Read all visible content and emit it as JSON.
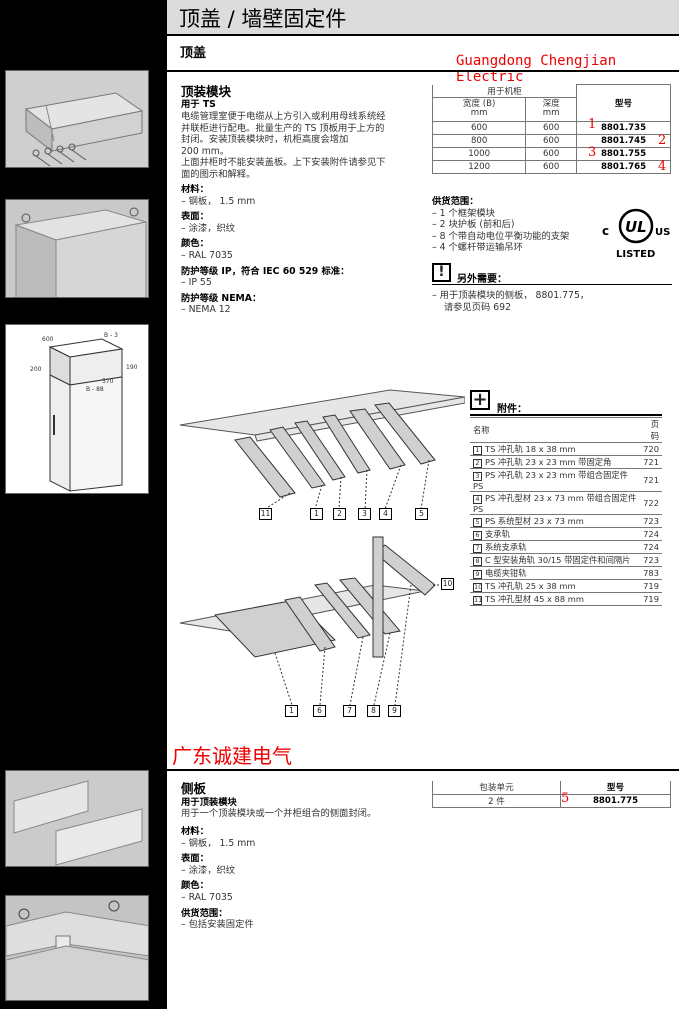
{
  "header": {
    "title": "顶盖 / 墙壁固定件"
  },
  "top_section": {
    "heading": "顶盖",
    "watermark": "Guangdong Chengjian Electric",
    "product_title": "顶装模块",
    "for_label": "用于 TS",
    "description": [
      "电缆管理室便于电缆从上方引入或利用母线系统经",
      "并联柜进行配电。批量生产的 TS 顶板用于上方的",
      "封闭。安装顶装模块时，机柜高度会增加",
      "200 mm。",
      "上面并柜时不能安装盖板。上下安装附件请参见下",
      "面的图示和解释。"
    ],
    "material_label": "材料：",
    "material_value": "– 钢板，  1.5 mm",
    "surface_label": "表面：",
    "surface_value": "– 涂漆，织纹",
    "color_label": "颜色：",
    "color_value": "– RAL 7035",
    "ip_label": "防护等级 IP，符合 IEC 60 529 标准：",
    "ip_value": "– IP 55",
    "nema_label": "防护等级 NEMA：",
    "nema_value": "– NEMA 12",
    "table": {
      "group_header": "用于机柜",
      "col_width": "宽度 (B)\nmm",
      "col_depth": "深度\nmm",
      "col_model": "型号",
      "rows": [
        {
          "width": "600",
          "depth": "600",
          "model": "8801.735",
          "mark": "1"
        },
        {
          "width": "800",
          "depth": "600",
          "model": "8801.745",
          "mark": "2"
        },
        {
          "width": "1000",
          "depth": "600",
          "model": "8801.755",
          "mark": "3"
        },
        {
          "width": "1200",
          "depth": "600",
          "model": "8801.765",
          "mark": "4"
        }
      ]
    },
    "supply_label": "供货范围：",
    "supply_items": [
      "– 1 个框架模块",
      "– 2 块护板 (前和后)",
      "– 8 个带自动电位平衡功能的支架",
      "– 4 个螺杆带运输吊环"
    ],
    "extra_label": "另外需要：",
    "extra_items": [
      "– 用于顶装模块的侧板，  8801.775，",
      "    请参见页码 692"
    ],
    "cert": {
      "c": "c",
      "ul": "UL",
      "us": "US",
      "listed": "LISTED"
    }
  },
  "accessories": {
    "title": "附件：",
    "col_name": "名称",
    "col_page": "页码",
    "items": [
      {
        "n": "1",
        "name": "TS 冲孔轨 18 x 38 mm",
        "page": "720"
      },
      {
        "n": "2",
        "name": "PS 冲孔轨 23 x 23 mm 带固定角",
        "page": "721"
      },
      {
        "n": "3",
        "name": "PS 冲孔轨 23 x 23 mm 带组合固定件 PS",
        "page": "721"
      },
      {
        "n": "4",
        "name": "PS 冲孔型材 23 x 73 mm 带组合固定件 PS",
        "page": "722"
      },
      {
        "n": "5",
        "name": "PS 系统型材 23 x 73 mm",
        "page": "723"
      },
      {
        "n": "6",
        "name": "支承轨",
        "page": "724"
      },
      {
        "n": "7",
        "name": "系统支承轨",
        "page": "724"
      },
      {
        "n": "8",
        "name": "C 型安装角轨 30/15 带固定件和间隔片",
        "page": "723"
      },
      {
        "n": "9",
        "name": "电缆夹钳轨",
        "page": "783"
      },
      {
        "n": "10",
        "name": "TS 冲孔轨 25 x 38 mm",
        "page": "719"
      },
      {
        "n": "11",
        "name": "TS 冲孔型材 45 x 88 mm",
        "page": "719"
      }
    ]
  },
  "diagram": {
    "upper_callouts": [
      "11",
      "1",
      "2",
      "3",
      "4",
      "5"
    ],
    "lower_callouts": [
      "1",
      "6",
      "7",
      "8",
      "9"
    ],
    "side_callout": "10"
  },
  "thumb3_labels": {
    "a": "600",
    "b": "B - 3",
    "c": "200",
    "d": "B - 88",
    "e": "570",
    "f": "190"
  },
  "side_section": {
    "watermark_cn": "广东诚建电气",
    "heading": "侧板",
    "for_label": "用于顶装模块",
    "description": "用于一个顶装模块或一个并柜组合的侧面封闭。",
    "material_label": "材料：",
    "material_value": "– 钢板，  1.5 mm",
    "surface_label": "表面：",
    "surface_value": "– 涂漆，织纹",
    "color_label": "颜色：",
    "color_value": "– RAL 7035",
    "supply_label": "供货范围：",
    "supply_value": "– 包括安装固定件",
    "table": {
      "col_pack": "包装单元",
      "col_model": "型号",
      "pack": "2 件",
      "model": "8801.775",
      "mark": "5"
    }
  }
}
